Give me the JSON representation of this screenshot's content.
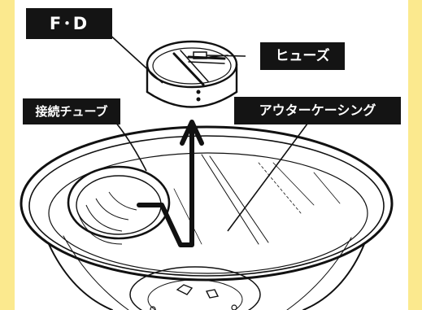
{
  "labels": {
    "fd": "F･D",
    "fuse": "ヒューズ",
    "connecting_tube": "接続チューブ",
    "outer_casing": "アウターケーシング"
  },
  "colors": {
    "background": "#fbe98e",
    "panel": "#ffffff",
    "label_bg": "#141414",
    "label_text": "#ffffff",
    "line": "#111111"
  }
}
